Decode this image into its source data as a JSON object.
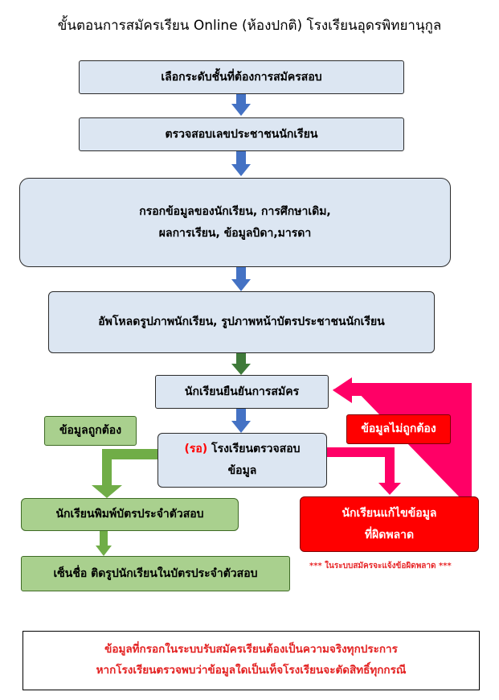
{
  "title": "ขั้นตอนการสมัครเรียน Online (ห้องปกติ) โรงเรียนอุดรพิทยานุกูล",
  "steps": {
    "s1": "เลือกระดับชั้นที่ต้องการสมัครสอบ",
    "s2": "ตรวจสอบเลขประชาชนนักเรียน",
    "s3_line1": "กรอกข้อมูลของนักเรียน, การศึกษาเดิม,",
    "s3_line2": "ผลการเรียน, ข้อมูลบิดา,มารดา",
    "s4": "อัพโหลดรูปภาพนักเรียน, รูปภาพหน้าบัตรประชาชนนักเรียน",
    "s5": "นักเรียนยืนยันการสมัคร",
    "s6_wait": "(รอ)",
    "s6_line1": " โรงเรียนตรวจสอบ",
    "s6_line2": "ข้อมูล"
  },
  "branches": {
    "correct_label": "ข้อมูลถูกต้อง",
    "incorrect_label": "ข้อมูลไม่ถูกต้อง",
    "print_card": "นักเรียนพิมพ์บัตรประจำตัวสอบ",
    "sign_card": "เซ็นชื่อ ติดรูปนักเรียนในบัตรประจำตัวสอบ",
    "fix_line1": "นักเรียนแก้ไขข้อมูล",
    "fix_line2": "ที่ผิดพลาด",
    "fix_note": "*** ในระบบสมัครจะแจ้งข้อผิดพลาด ***"
  },
  "warning": {
    "line1": "ข้อมูลที่กรอกในระบบรับสมัครเรียนต้องเป็นความจริงทุกประการ",
    "line2": "หากโรงเรียนตรวจพบว่าข้อมูลใดเป็นเท็จโรงเรียนจะตัดสิทธิ์ทุกกรณี"
  },
  "colors": {
    "step_fill": "#dce6f2",
    "flow_arrow": "#4472c4",
    "confirm_arrow": "#4a7f3f",
    "correct_fill": "#a9d08e",
    "correct_arrow": "#70ad47",
    "error_fill": "#ff0000",
    "error_arrow": "#ff0066",
    "warning_text": "#e32222"
  }
}
